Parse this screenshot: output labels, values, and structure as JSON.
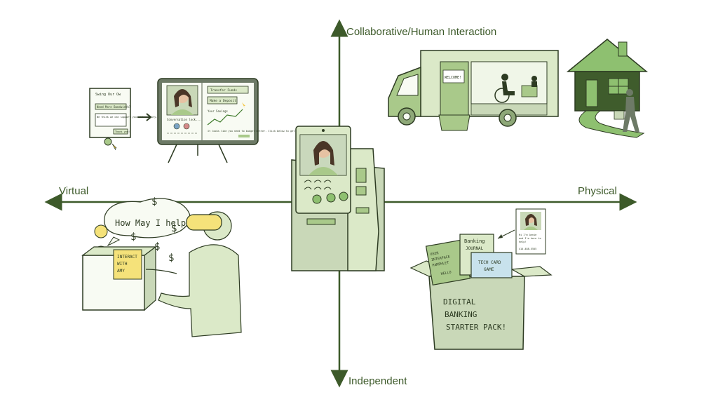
{
  "axes": {
    "top": "Collaborative/Human Interaction",
    "bottom": "Independent",
    "left": "Virtual",
    "right": "Physical"
  },
  "colors": {
    "axis": "#3d5a2a",
    "illustration_green": "#a9c98a",
    "light_green": "#dbe9c8",
    "ink": "#2d3b22",
    "highlight": "#f5e27a"
  },
  "illustrations": {
    "web_form": {
      "title": "Swing Our Ow",
      "field": "Need More Bandwidth?",
      "body": "We think we can support you with quality.",
      "button": "Thank you!"
    },
    "video_screen": {
      "btn1": "Transfer Funds",
      "btn2": "Make a Deposit",
      "caption": "Conversation lock...",
      "chart_label": "Your Savings",
      "note": "It looks like you need to budget better. Click below to get started!"
    },
    "van": {
      "sign": "WELCOME!"
    },
    "vr_scene": {
      "speech": "How May I help you?",
      "sign_line1": "INTERACT",
      "sign_line2": "WITH",
      "sign_line3": "AMY",
      "dollar": "$"
    },
    "box": {
      "label_line1": "DIGITAL",
      "label_line2": "BANKING",
      "label_line3": "STARTER PACK!",
      "journal_line1": "Banking",
      "journal_line2": "JOURNAL",
      "pamphlet_line1": "USER",
      "pamphlet_line2": "INTERFACE",
      "pamphlet_line3": "PAMPHLET",
      "pamphlet_line4": "HELLO",
      "game_line1": "TECH CARD",
      "game_line2": "GAME",
      "card_line1": "Hi I'm Annie",
      "card_line2": "and I'm here to",
      "card_line3": "help!",
      "card_phone": "414-488-5555"
    }
  }
}
